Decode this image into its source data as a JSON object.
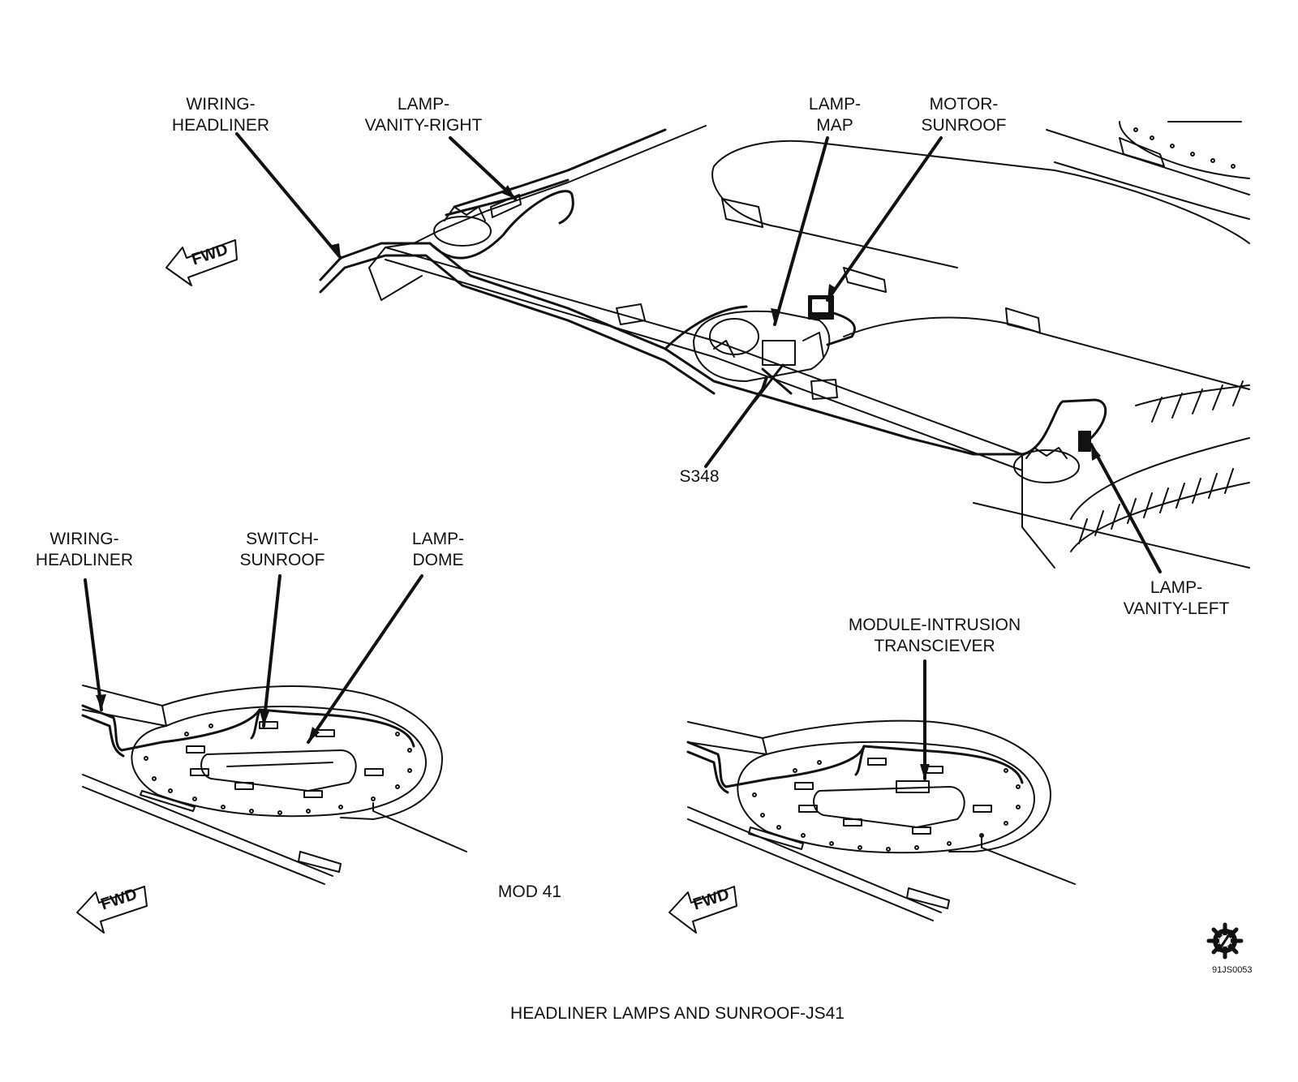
{
  "labels": {
    "wiring_headliner_top": [
      "WIRING-",
      "HEADLINER"
    ],
    "lamp_vanity_right": [
      "LAMP-",
      "VANITY-RIGHT"
    ],
    "lamp_map": [
      "LAMP-",
      "MAP"
    ],
    "motor_sunroof": [
      "MOTOR-",
      "SUNROOF"
    ],
    "s348": "S348",
    "lamp_vanity_left": [
      "LAMP-",
      "VANITY-LEFT"
    ],
    "wiring_headliner_bottom": [
      "WIRING-",
      "HEADLINER"
    ],
    "switch_sunroof": [
      "SWITCH-",
      "SUNROOF"
    ],
    "lamp_dome": [
      "LAMP-",
      "DOME"
    ],
    "module_intrusion": [
      "MODULE-INTRUSION",
      "TRANSCIEVER"
    ]
  },
  "fwd": "FWD",
  "mod_label": "MOD 41",
  "figure_code": "91JS0053",
  "caption": "HEADLINER LAMPS AND SUNROOF-JS41",
  "icons": {
    "logo": "pentastar-gear-icon"
  }
}
